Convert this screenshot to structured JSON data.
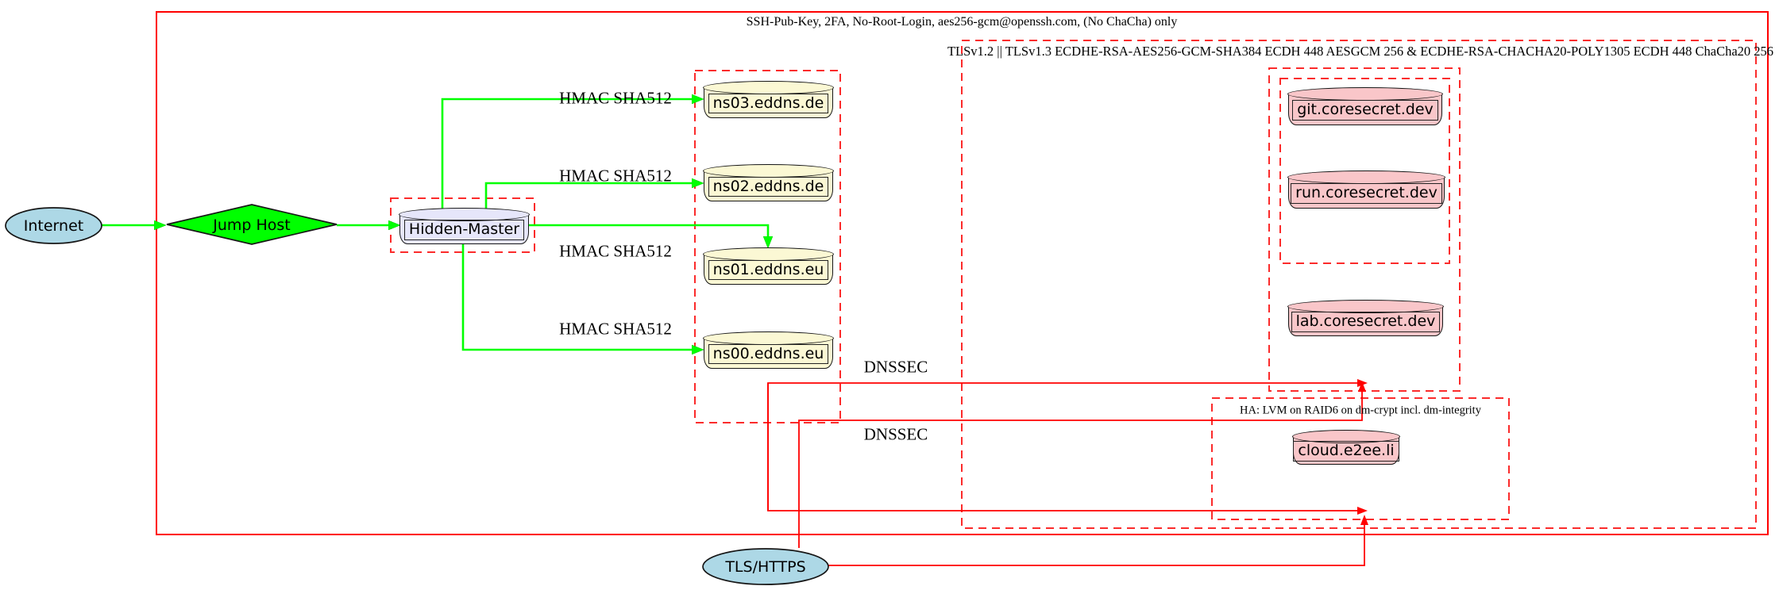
{
  "diagram": {
    "clusters": {
      "ssh": {
        "label": "SSH-Pub-Key, 2FA, No-Root-Login, aes256-gcm@openssh.com, (No ChaCha) only"
      },
      "tls": {
        "label": "TLSv1.2 || TLSv1.3 ECDHE-RSA-AES256-GCM-SHA384 ECDH 448 AESGCM 256 & ECDHE-RSA-CHACHA20-POLY1305 ECDH 448 ChaCha20 256"
      },
      "ha": {
        "label": "HA: LVM on RAID6 on dm-crypt incl. dm-integrity"
      }
    },
    "nodes": {
      "internet": {
        "label": "Internet"
      },
      "jump_host": {
        "label": "Jump Host"
      },
      "hidden_master": {
        "label": "Hidden-Master"
      },
      "ns03": {
        "label": "ns03.eddns.de"
      },
      "ns02": {
        "label": "ns02.eddns.de"
      },
      "ns01": {
        "label": "ns01.eddns.eu"
      },
      "ns00": {
        "label": "ns00.eddns.eu"
      },
      "git": {
        "label": "git.coresecret.dev"
      },
      "run": {
        "label": "run.coresecret.dev"
      },
      "lab": {
        "label": "lab.coresecret.dev"
      },
      "cloud": {
        "label": "cloud.e2ee.li"
      },
      "tls_https": {
        "label": "TLS/HTTPS"
      }
    },
    "edge_labels": {
      "hmac": "HMAC SHA512",
      "dnssec": "DNSSEC"
    },
    "colors": {
      "edge_green": "#00ff00",
      "edge_red": "#ff0000",
      "cluster_dashed_red": "#fb2b2b",
      "node_border": "#161616",
      "internet_fill": "#add8e6",
      "jump_host_fill": "#00ff00",
      "hidden_master_fill": "#e6e6fa",
      "nameserver_fill": "#fbf8d4",
      "coresecret_fill": "#f9c6c9"
    }
  }
}
